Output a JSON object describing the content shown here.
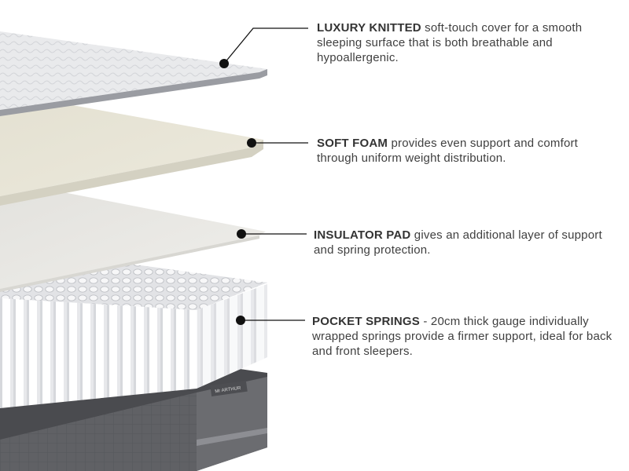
{
  "brand": "Mr ARTHUR",
  "layers": [
    {
      "name": "LUXURY KNITTED",
      "description": " soft-touch cover for a smooth sleeping surface that is both breathable and hypoallergenic."
    },
    {
      "name": "SOFT FOAM",
      "description": " provides even support and comfort through uniform weight distribution."
    },
    {
      "name": "INSULATOR PAD",
      "description": " gives an additional layer of support and spring protection."
    },
    {
      "name": "POCKET SPRINGS",
      "description": " - 20cm thick gauge individually wrapped springs provide a firmer support, ideal for back and front sleepers."
    }
  ],
  "colors": {
    "text": "#3f3f3f",
    "knit_cover": "#e7e8ea",
    "foam": "#e8e5d8",
    "insulator": "#ecebe8",
    "springs": "#f0f1f3",
    "base": "#5e5f63",
    "leader": "#111111"
  }
}
